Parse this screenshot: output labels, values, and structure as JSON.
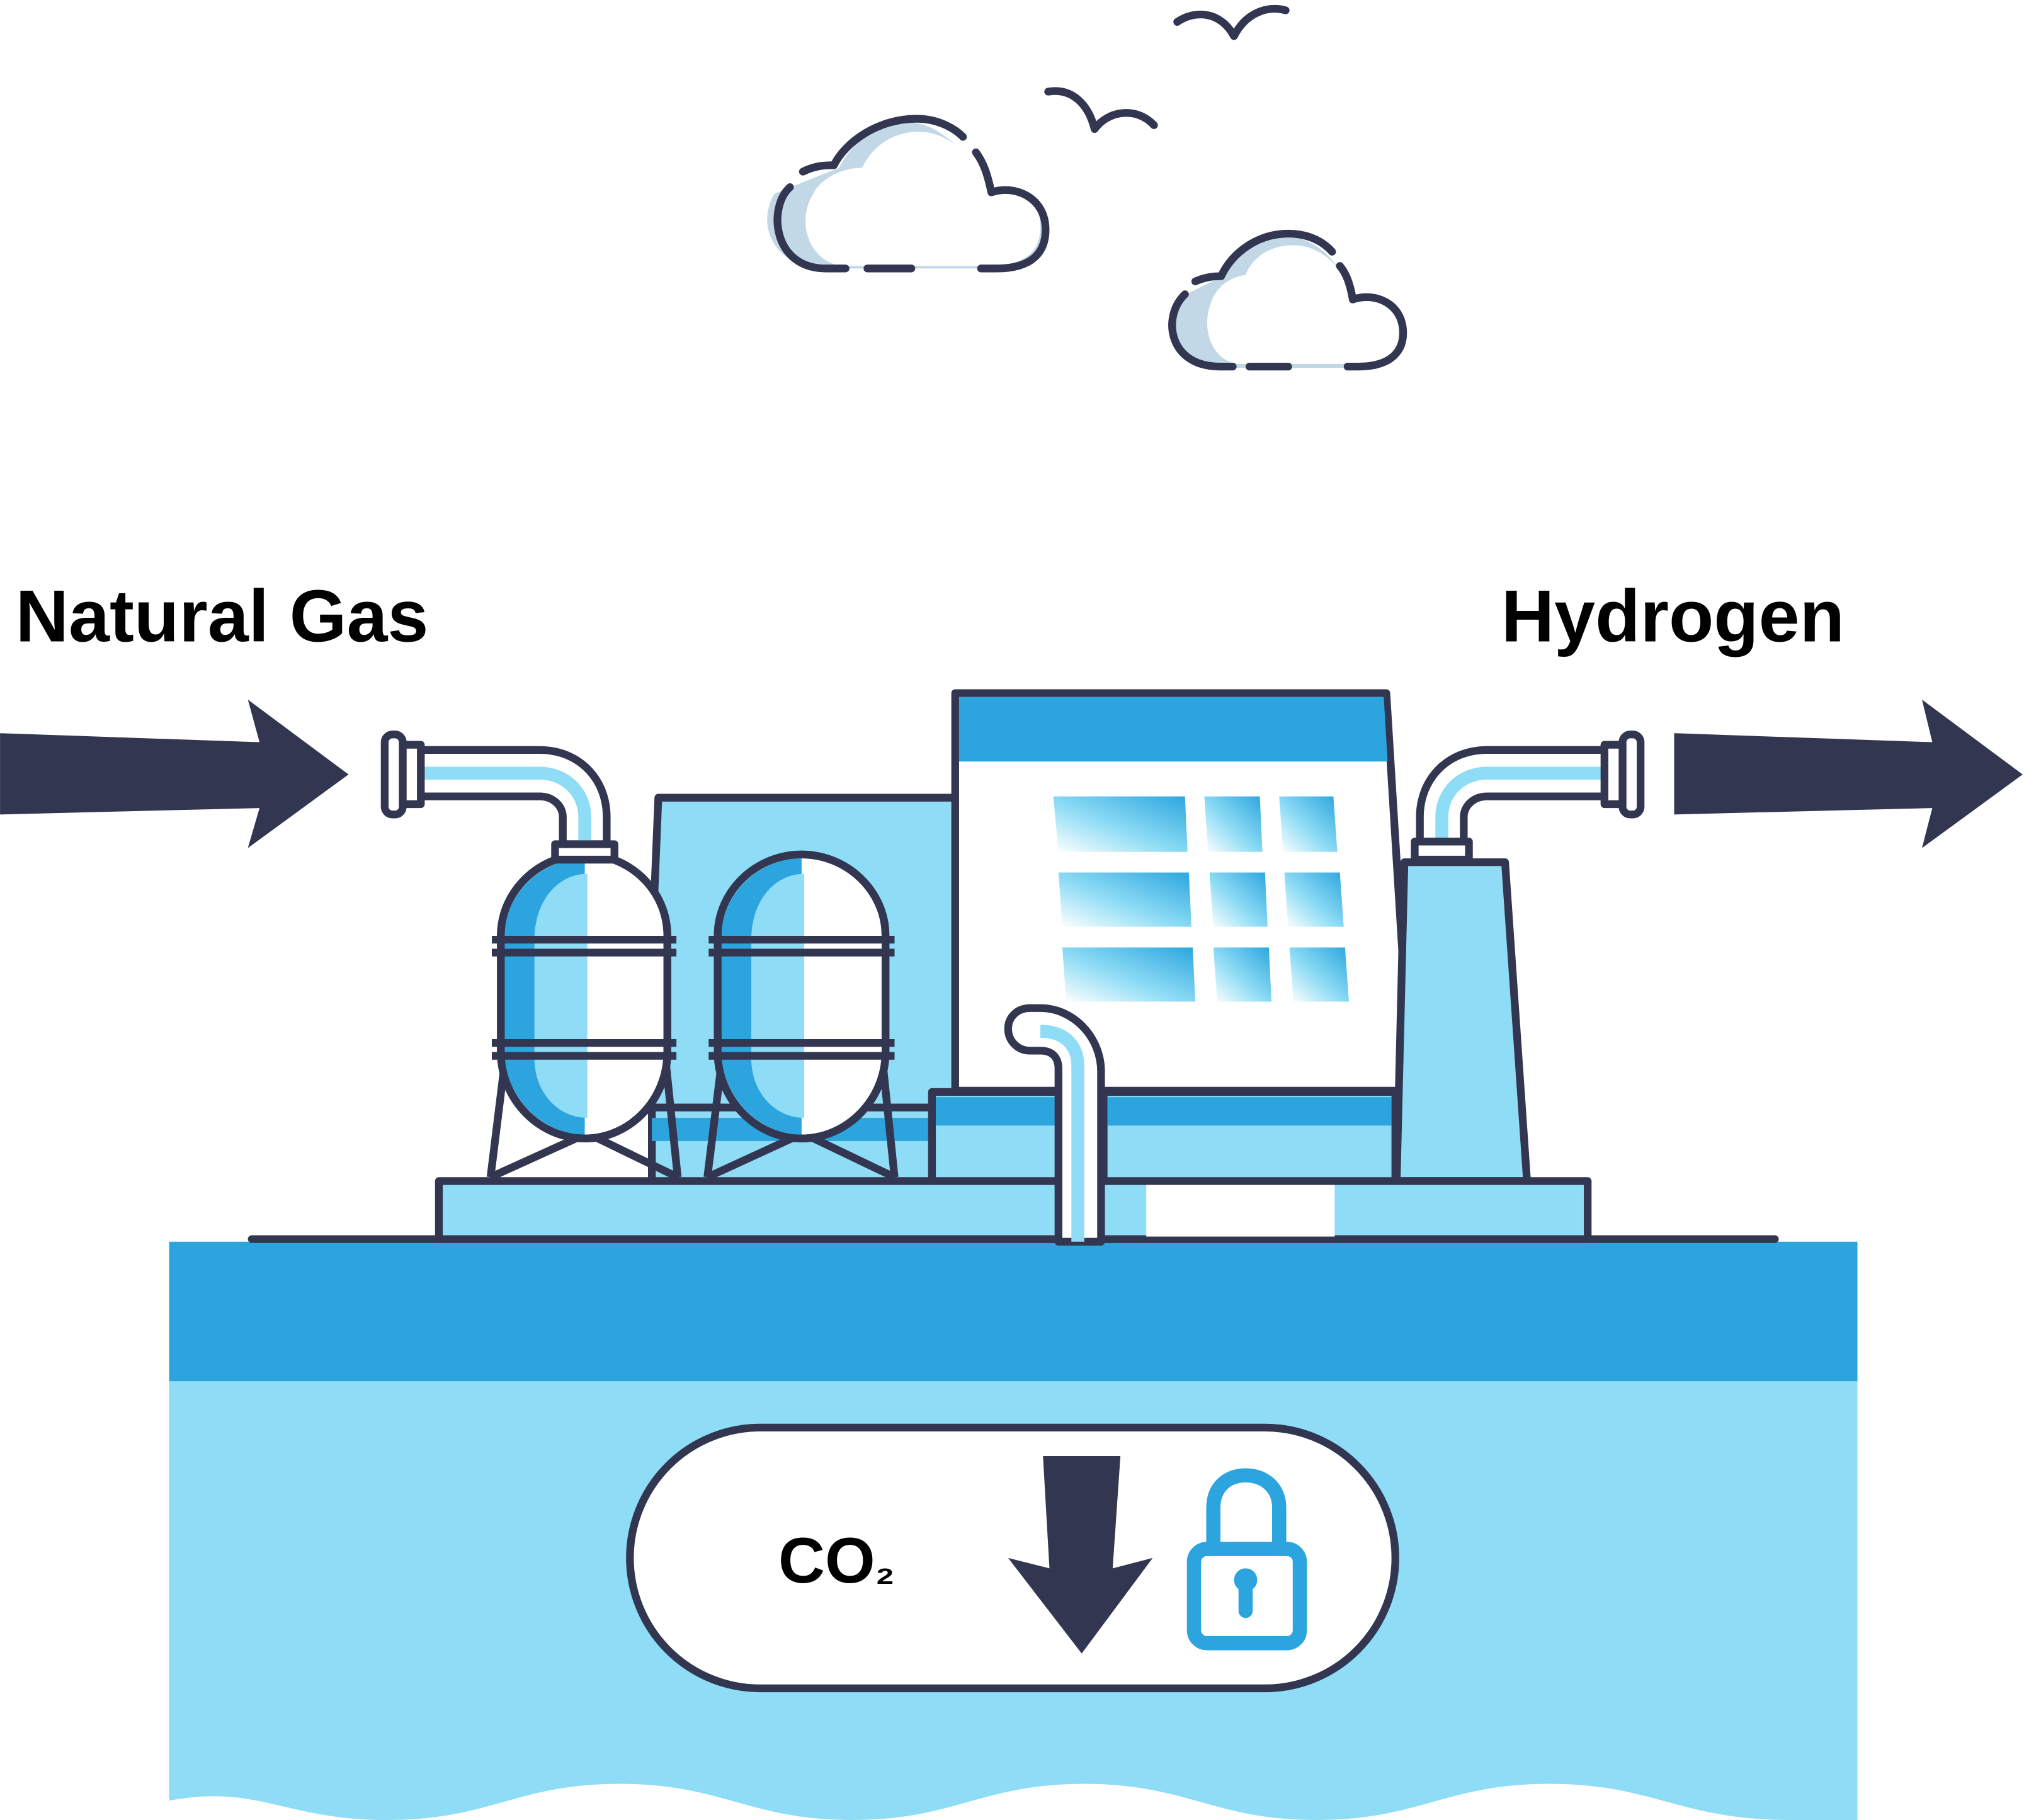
{
  "labels": {
    "input": "Natural Gas",
    "output": "Hydrogen",
    "co2_main": "CO",
    "co2_sub": "₂"
  },
  "colors": {
    "outline": "#333651",
    "deep_blue": "#2ca5de",
    "light_blue": "#8edcf5",
    "pale_blue": "#c2d8e6",
    "white": "#ffffff"
  },
  "icons": [
    "arrow-right-icon",
    "arrow-down-icon",
    "padlock-icon",
    "cloud-icon",
    "bird-icon"
  ]
}
